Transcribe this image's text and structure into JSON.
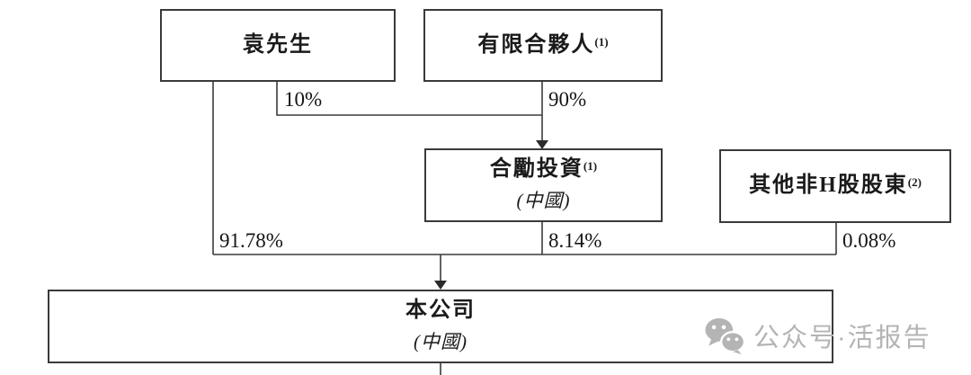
{
  "diagram": {
    "boxes": {
      "mr_yuan": {
        "label": "袁先生"
      },
      "limited_partners": {
        "label": "有限合夥人",
        "sup": "(1)"
      },
      "heli_investment": {
        "label": "合勵投資",
        "sup": "(1)",
        "region": "(中國)"
      },
      "other_non_h_shareholders": {
        "label": "其他非H股股東",
        "sup": "(2)"
      },
      "company": {
        "label": "本公司",
        "region": "(中國)"
      }
    },
    "ownership_percentages": {
      "yuan_to_heli": "10%",
      "limited_partners_to_heli": "90%",
      "yuan_to_company": "91.78%",
      "heli_to_company": "8.14%",
      "other_to_company": "0.08%"
    }
  },
  "watermark": {
    "icon": "wechat-icon",
    "text": "公众号·活报告",
    "color": "#b4b4b4"
  },
  "colors": {
    "line": "#3a3a3a",
    "text": "#1a1a1a",
    "background": "#ffffff"
  }
}
